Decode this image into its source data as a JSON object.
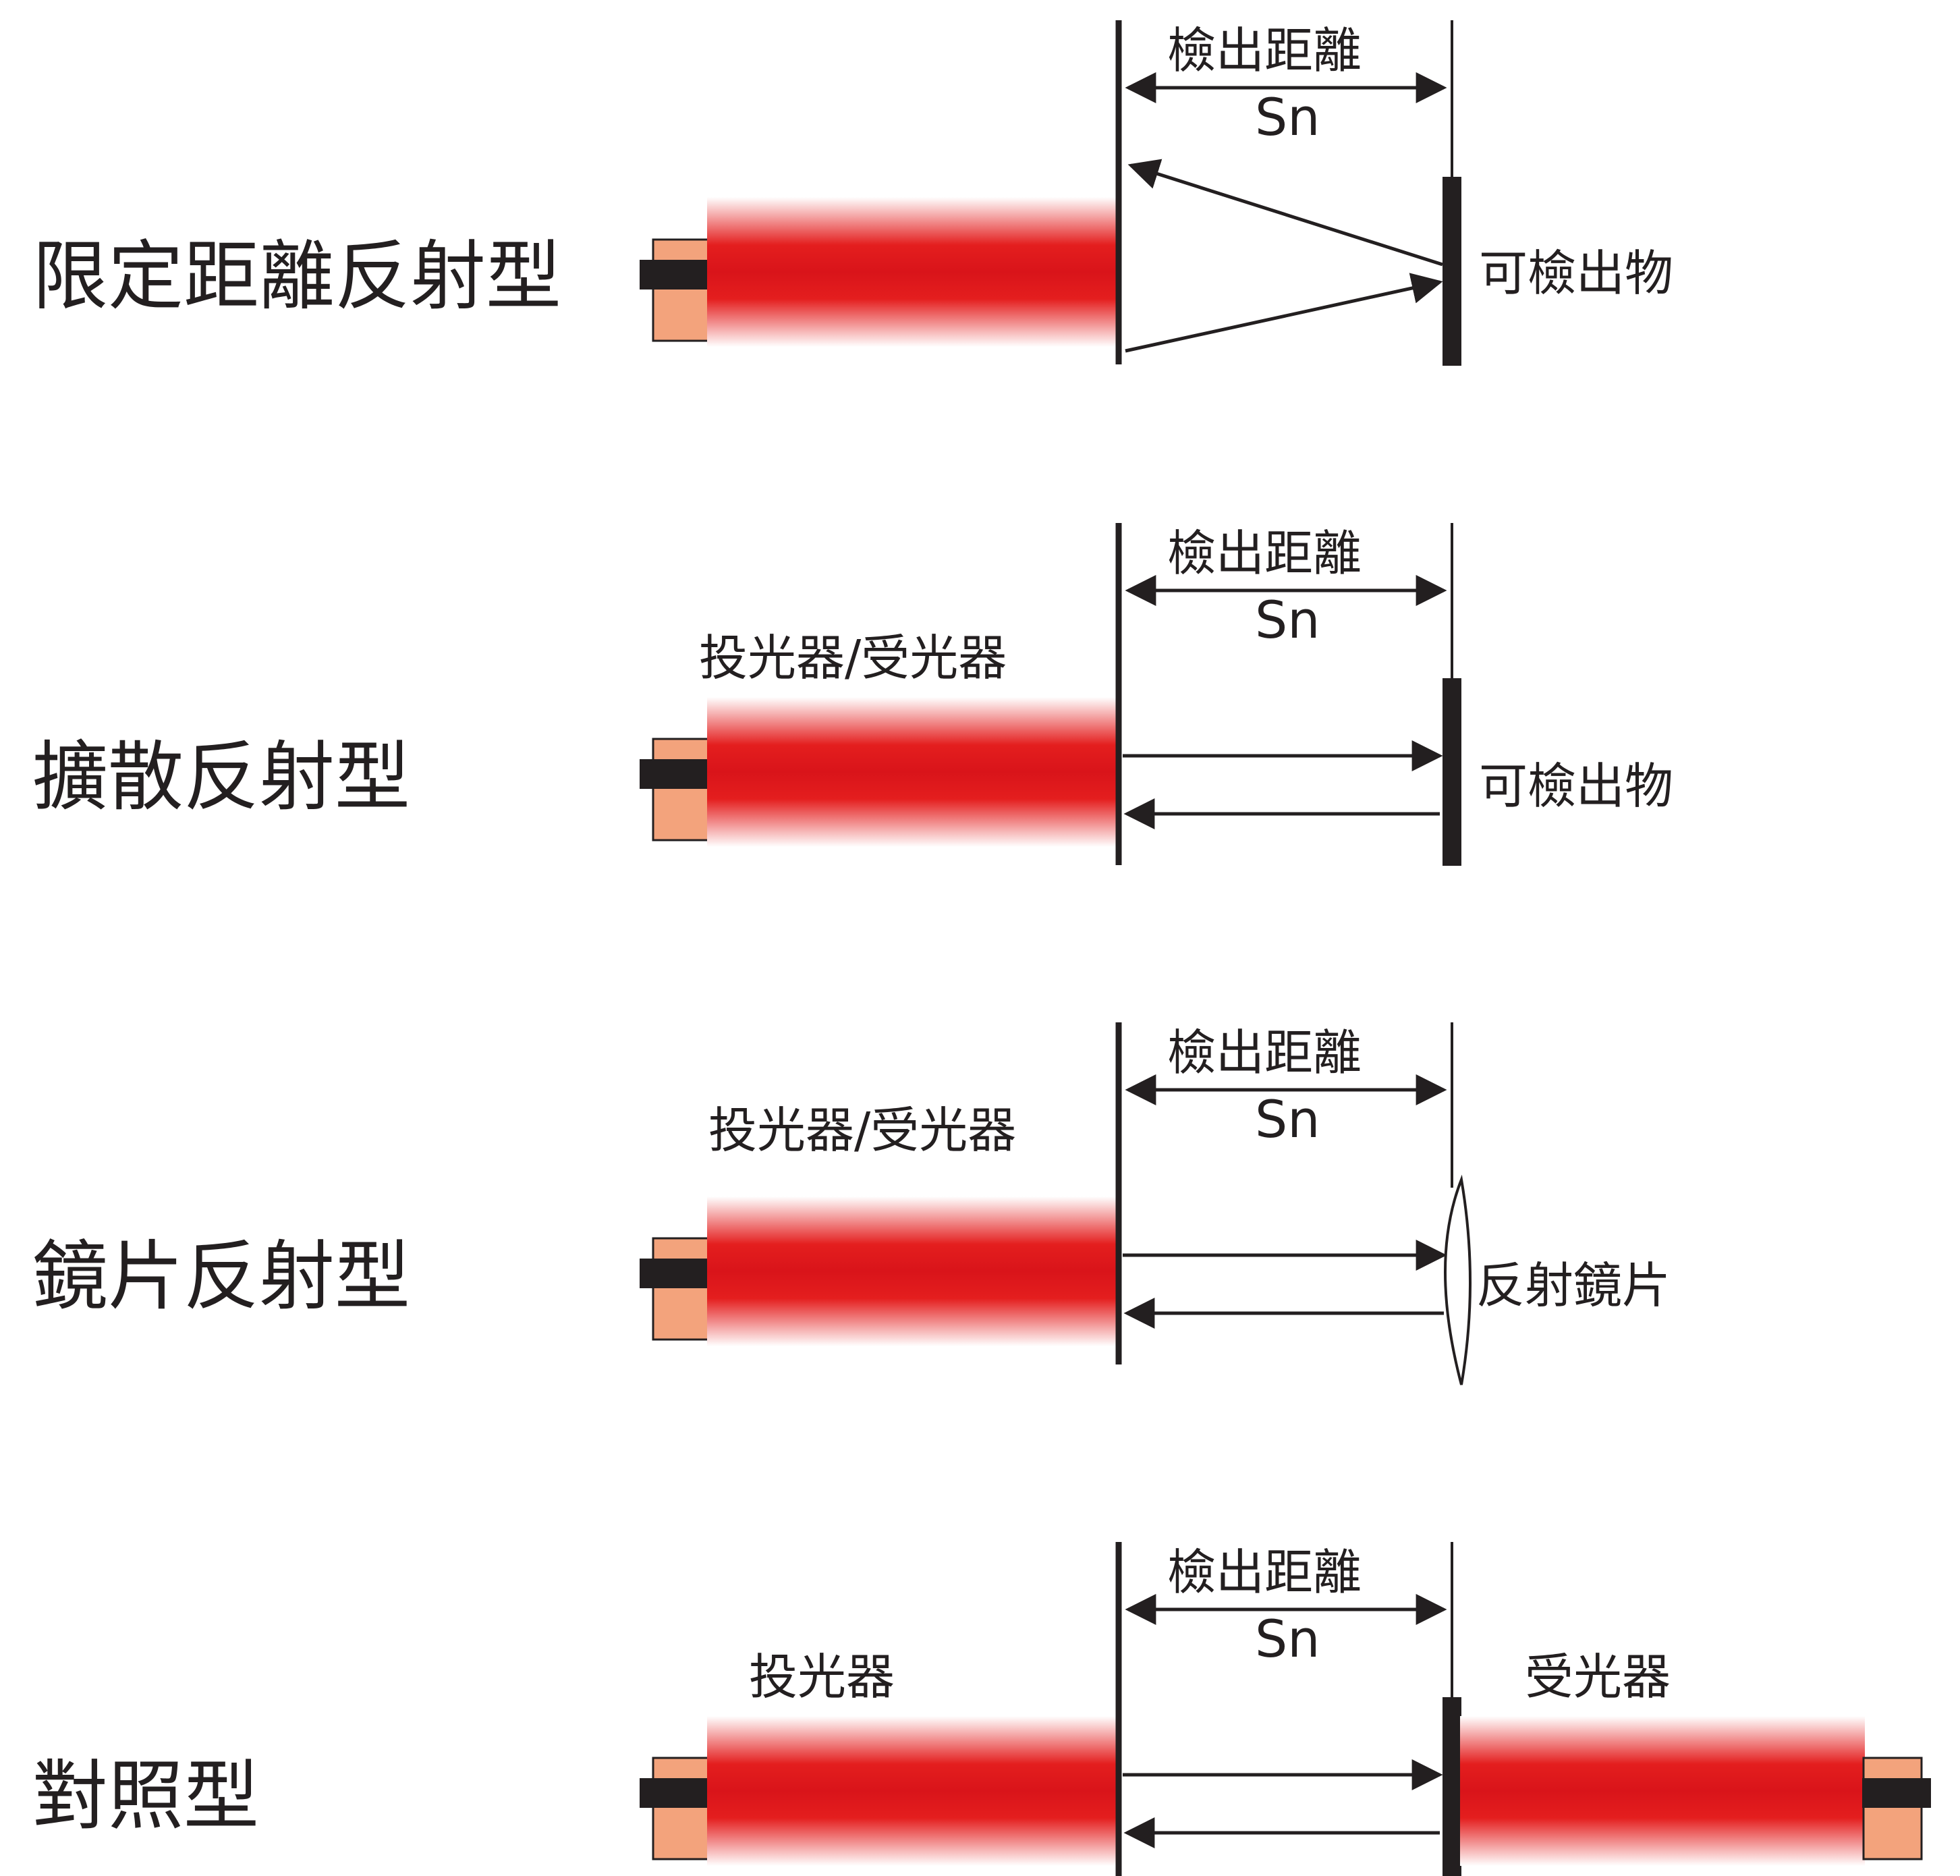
{
  "colors": {
    "sensor_red": "#e41e1e",
    "sensor_fade": "#ffffff",
    "cap_peach": "#f3a37c",
    "ink": "#231f20"
  },
  "sections": [
    {
      "id": "limited",
      "title": "限定距離反射型",
      "distance_label": "檢出距離",
      "distance_symbol": "Sn",
      "target_label": "可檢出物"
    },
    {
      "id": "diffuse",
      "title": "擴散反射型",
      "distance_label": "檢出距離",
      "distance_symbol": "Sn",
      "sensor_label": "投光器/受光器",
      "target_label": "可檢出物"
    },
    {
      "id": "mirror",
      "title": "鏡片反射型",
      "distance_label": "檢出距離",
      "distance_symbol": "Sn",
      "sensor_label": "投光器/受光器",
      "target_label": "反射鏡片"
    },
    {
      "id": "through",
      "title": "對照型",
      "distance_label": "檢出距離",
      "distance_symbol": "Sn",
      "sensor_label": "投光器",
      "receiver_label": "受光器"
    }
  ]
}
